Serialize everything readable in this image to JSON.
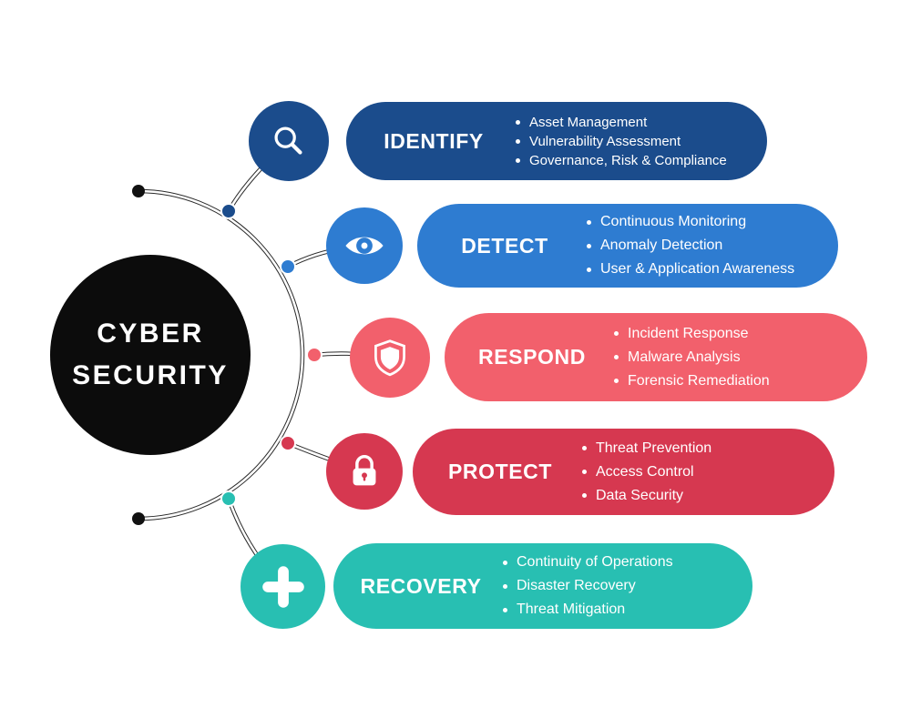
{
  "center": {
    "line1": "CYBER",
    "line2": "SECURITY",
    "bg": "#0c0c0c",
    "text_color": "#ffffff"
  },
  "rows": [
    {
      "id": "identify",
      "label": "IDENTIFY",
      "icon": "search-icon",
      "color": "#1b4c8c",
      "items": [
        "Asset Management",
        "Vulnerability Assessment",
        "Governance, Risk & Compliance"
      ]
    },
    {
      "id": "detect",
      "label": "DETECT",
      "icon": "eye-icon",
      "color": "#2e7cd1",
      "items": [
        "Continuous Monitoring",
        "Anomaly Detection",
        "User & Application Awareness"
      ]
    },
    {
      "id": "respond",
      "label": "RESPOND",
      "icon": "shield-icon",
      "color": "#f2606c",
      "items": [
        "Incident Response",
        "Malware Analysis",
        "Forensic Remediation"
      ]
    },
    {
      "id": "protect",
      "label": "PROTECT",
      "icon": "lock-icon",
      "color": "#d63850",
      "items": [
        "Threat Prevention",
        "Access Control",
        "Data Security"
      ]
    },
    {
      "id": "recovery",
      "label": "RECOVERY",
      "icon": "plus-icon",
      "color": "#28bfb2",
      "items": [
        "Continuity of Operations",
        "Disaster Recovery",
        "Threat Mitigation"
      ]
    }
  ],
  "bullet_char": "•",
  "connector_color": "#2a2a2a"
}
